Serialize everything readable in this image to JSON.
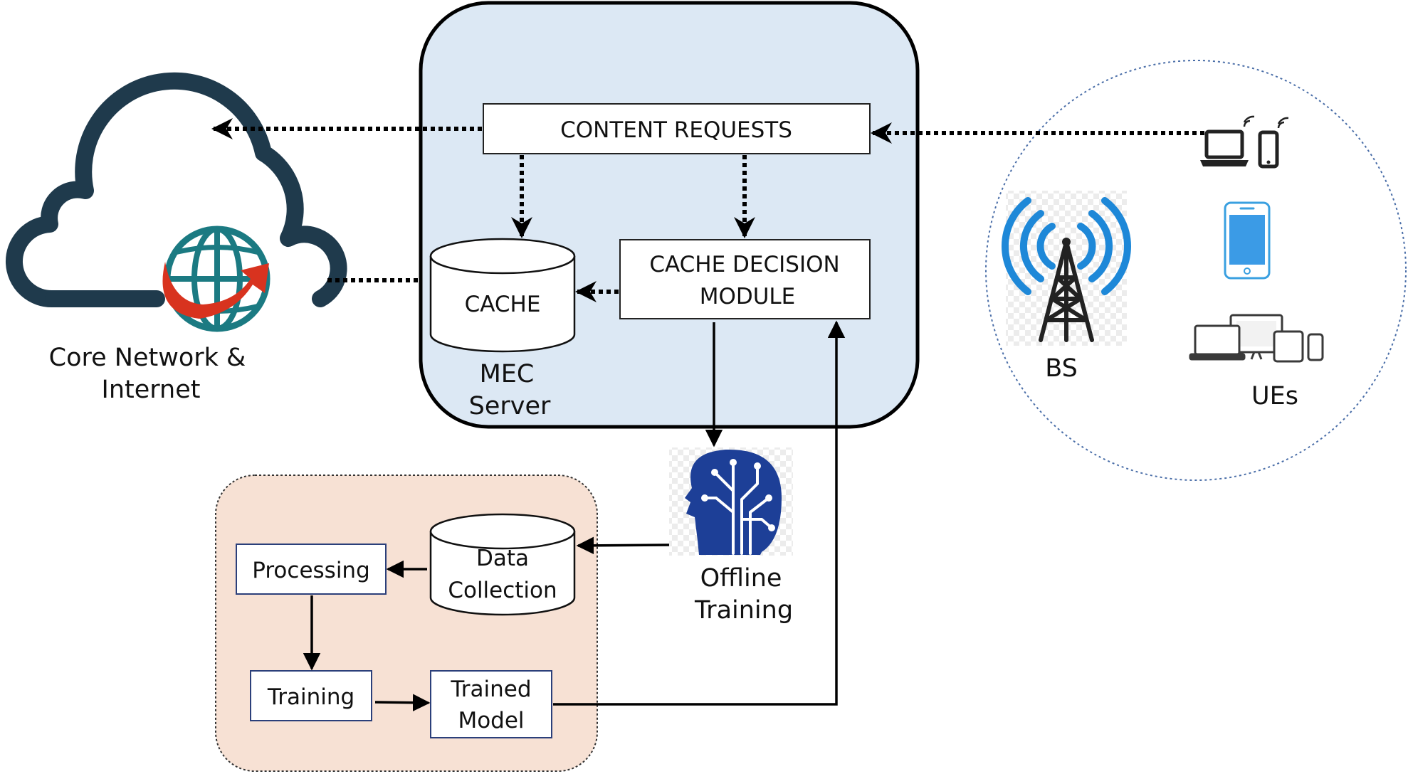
{
  "diagram": {
    "core_network": {
      "line1": "Core Network &",
      "line2": "Internet"
    },
    "mec_server": {
      "line1": "MEC",
      "line2": "Server"
    },
    "content_requests": "CONTENT REQUESTS",
    "cache": "CACHE",
    "cache_decision_module": {
      "line1": "CACHE DECISION",
      "line2": "MODULE"
    },
    "bs": "BS",
    "ues": "UEs",
    "offline_training": {
      "line1": "Offline",
      "line2": "Training"
    },
    "data_collection": {
      "line1": "Data",
      "line2": "Collection"
    },
    "processing": "Processing",
    "training": "Training",
    "trained_model": {
      "line1": "Trained",
      "line2": "Model"
    }
  },
  "icons": [
    "cloud-icon",
    "globe-icon",
    "tower-icon",
    "laptop-icon",
    "phone-icon",
    "devices-icon",
    "ai-brain-icon",
    "database-icon"
  ],
  "colors": {
    "mec_fill": "#dce8f4",
    "offline_fill": "#f7e1d4",
    "cloud": "#1f3a4c",
    "globe": "#1b7a82",
    "arrow_red": "#d8331f",
    "signal_blue": "#1e88d8",
    "brain_navy": "#1d3f97"
  }
}
